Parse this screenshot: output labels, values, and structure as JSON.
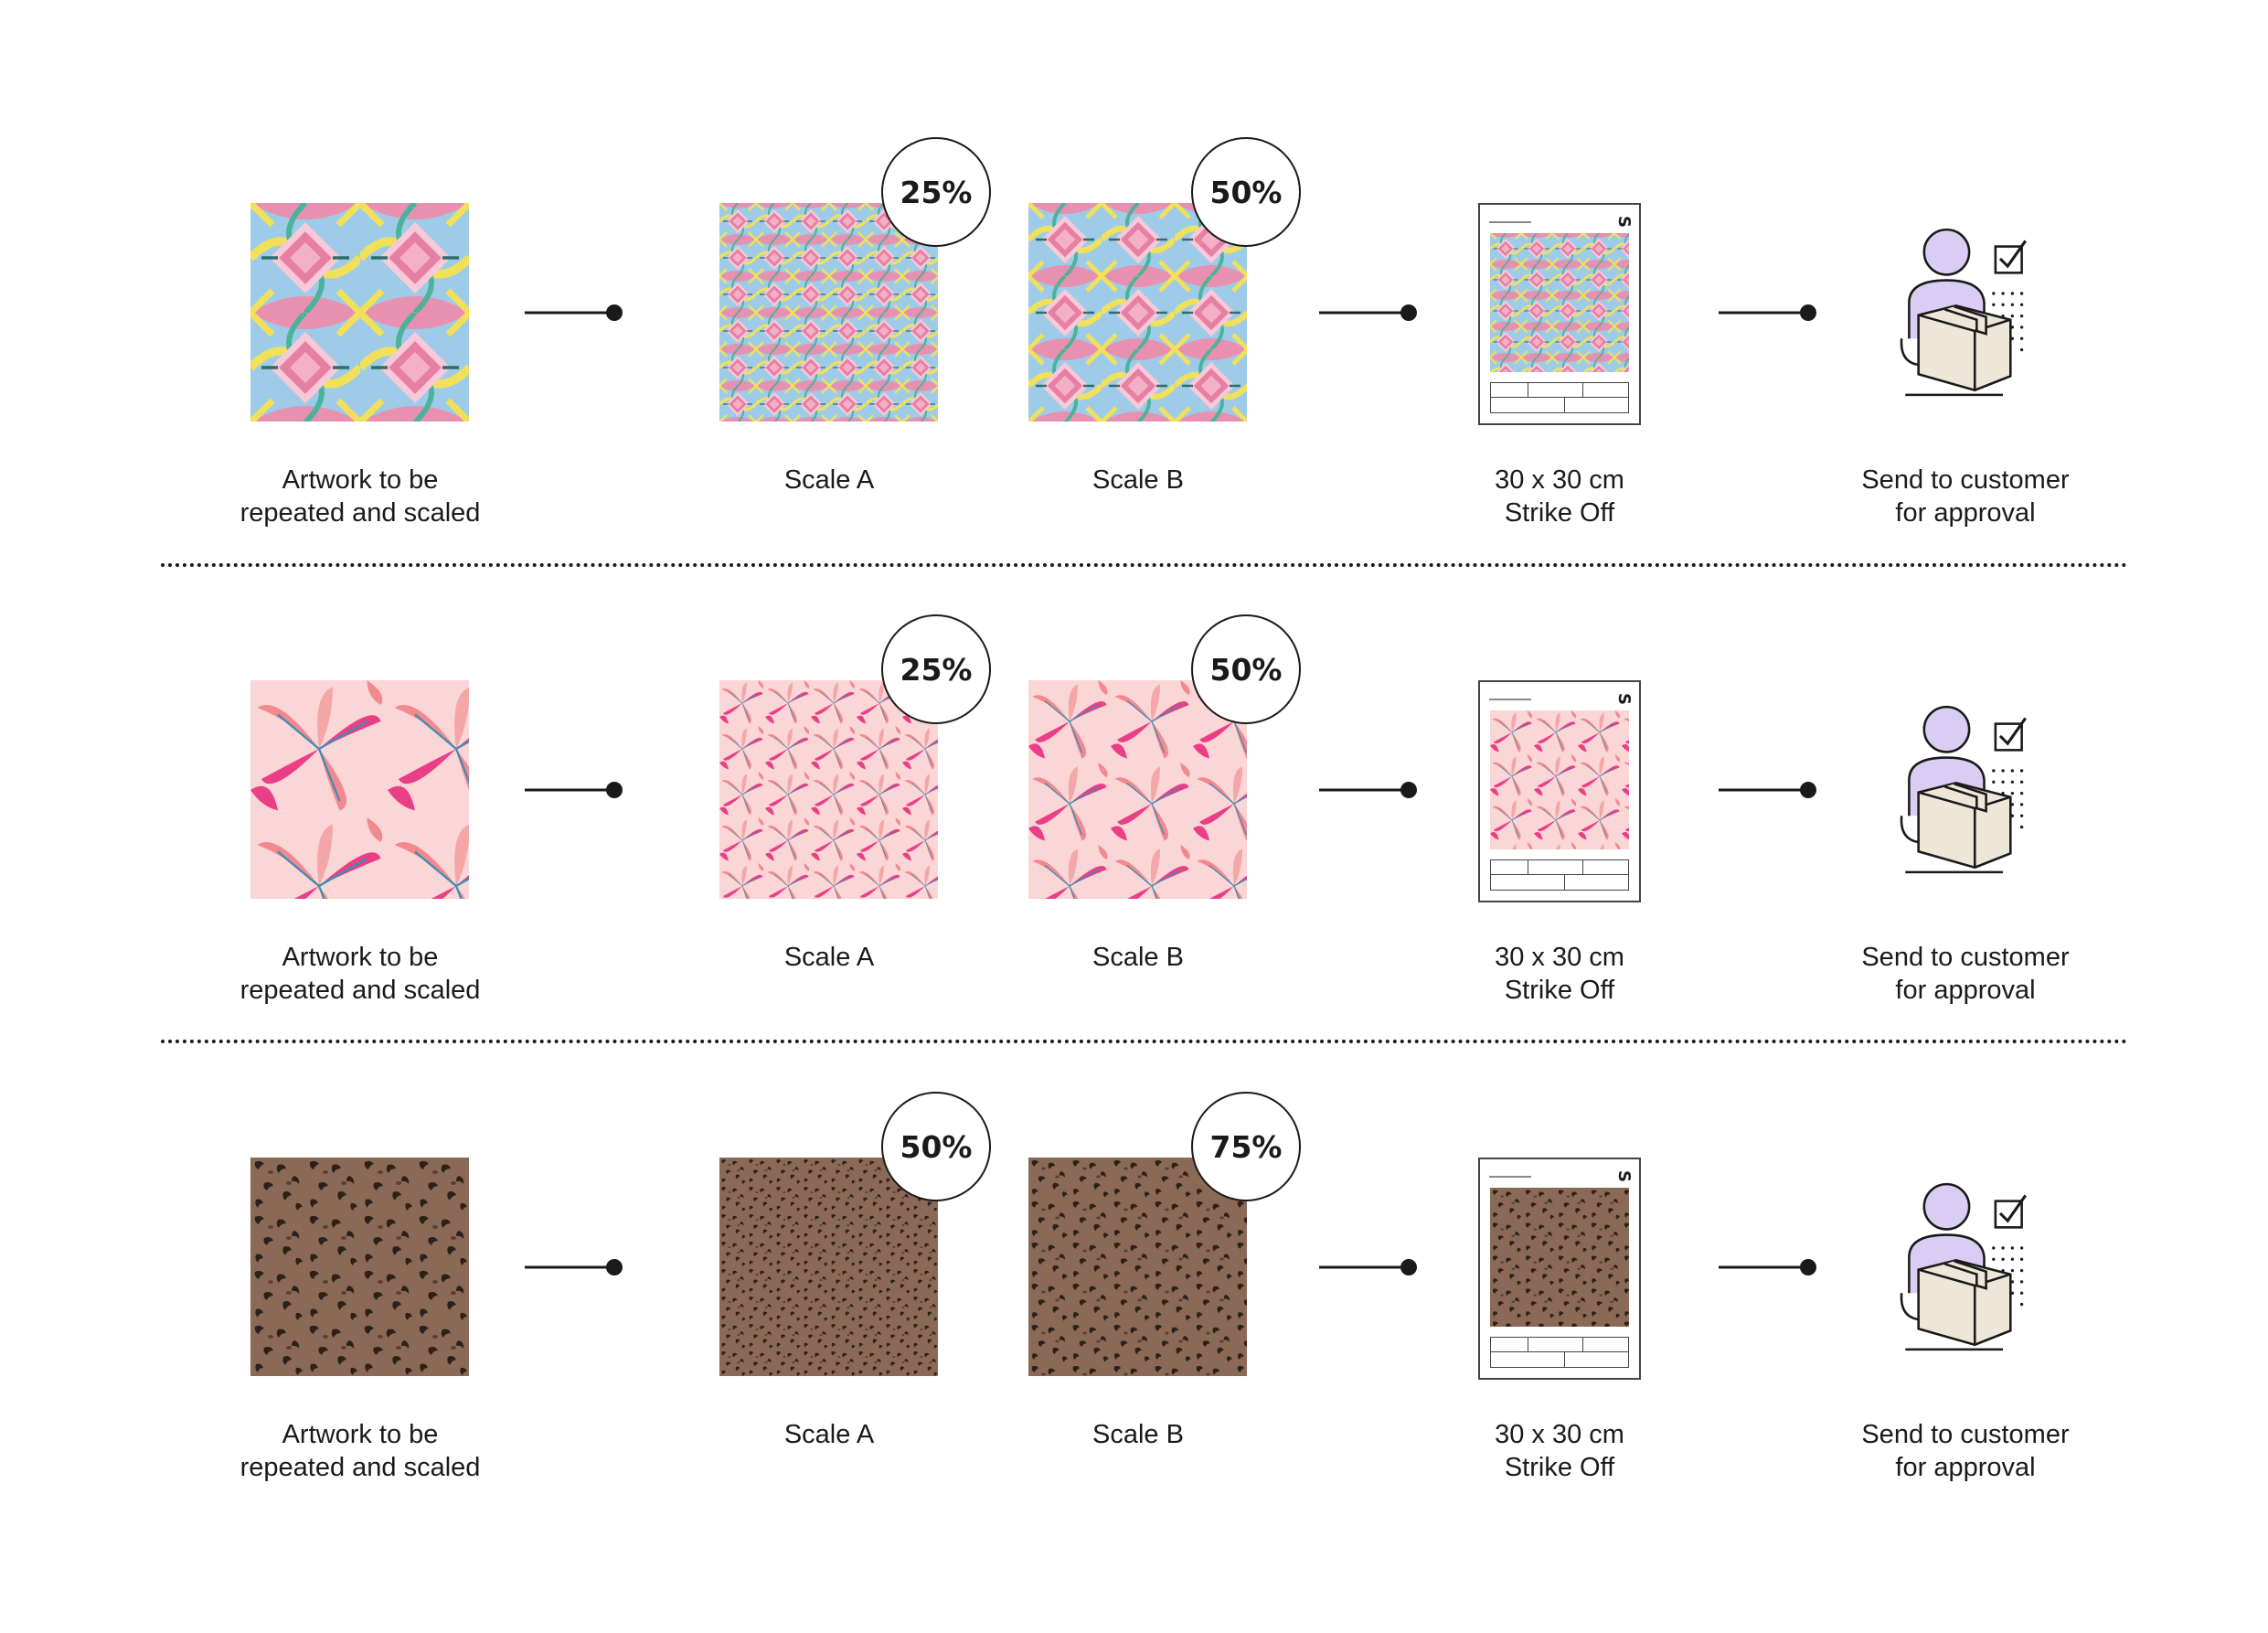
{
  "rows": [
    {
      "artwork_label": [
        "Artwork to be",
        "repeated and scaled"
      ],
      "scale_a_label": "Scale A",
      "scale_a_badge": "25%",
      "scale_b_label": "Scale B",
      "scale_b_badge": "50%",
      "strike_label": [
        "30 x 30 cm",
        "Strike Off"
      ],
      "send_label": [
        "Send to customer",
        "for approval"
      ],
      "pattern": "geometric"
    },
    {
      "artwork_label": [
        "Artwork to be",
        "repeated and scaled"
      ],
      "scale_a_label": "Scale A",
      "scale_a_badge": "25%",
      "scale_b_label": "Scale B",
      "scale_b_badge": "50%",
      "strike_label": [
        "30 x 30 cm",
        "Strike Off"
      ],
      "send_label": [
        "Send to customer",
        "for approval"
      ],
      "pattern": "floral"
    },
    {
      "artwork_label": [
        "Artwork to be",
        "repeated and scaled"
      ],
      "scale_a_label": "Scale A",
      "scale_a_badge": "50%",
      "scale_b_label": "Scale B",
      "scale_b_badge": "75%",
      "strike_label": [
        "30 x 30 cm",
        "Strike Off"
      ],
      "send_label": [
        "Send to customer",
        "for approval"
      ],
      "pattern": "leopard"
    }
  ],
  "icons": {
    "connector": "line-dot-connector-icon",
    "strike_off": "document-sheet-icon",
    "send": "person-holding-box-icon",
    "check": "checkbox-checked-icon"
  },
  "colors": {
    "ink": "#1a1a1a",
    "person": "#d9cdf3",
    "box": "#efe6da",
    "geo_pink": "#e77fa3",
    "geo_blue": "#8fc3e6",
    "geo_yellow": "#f1e05a",
    "floral_bg": "#fbd6d6",
    "floral_pink": "#ea3f86",
    "floral_coral": "#f2898f",
    "leopard_bg": "#8a6a57",
    "leopard_spot": "#2d2018"
  }
}
